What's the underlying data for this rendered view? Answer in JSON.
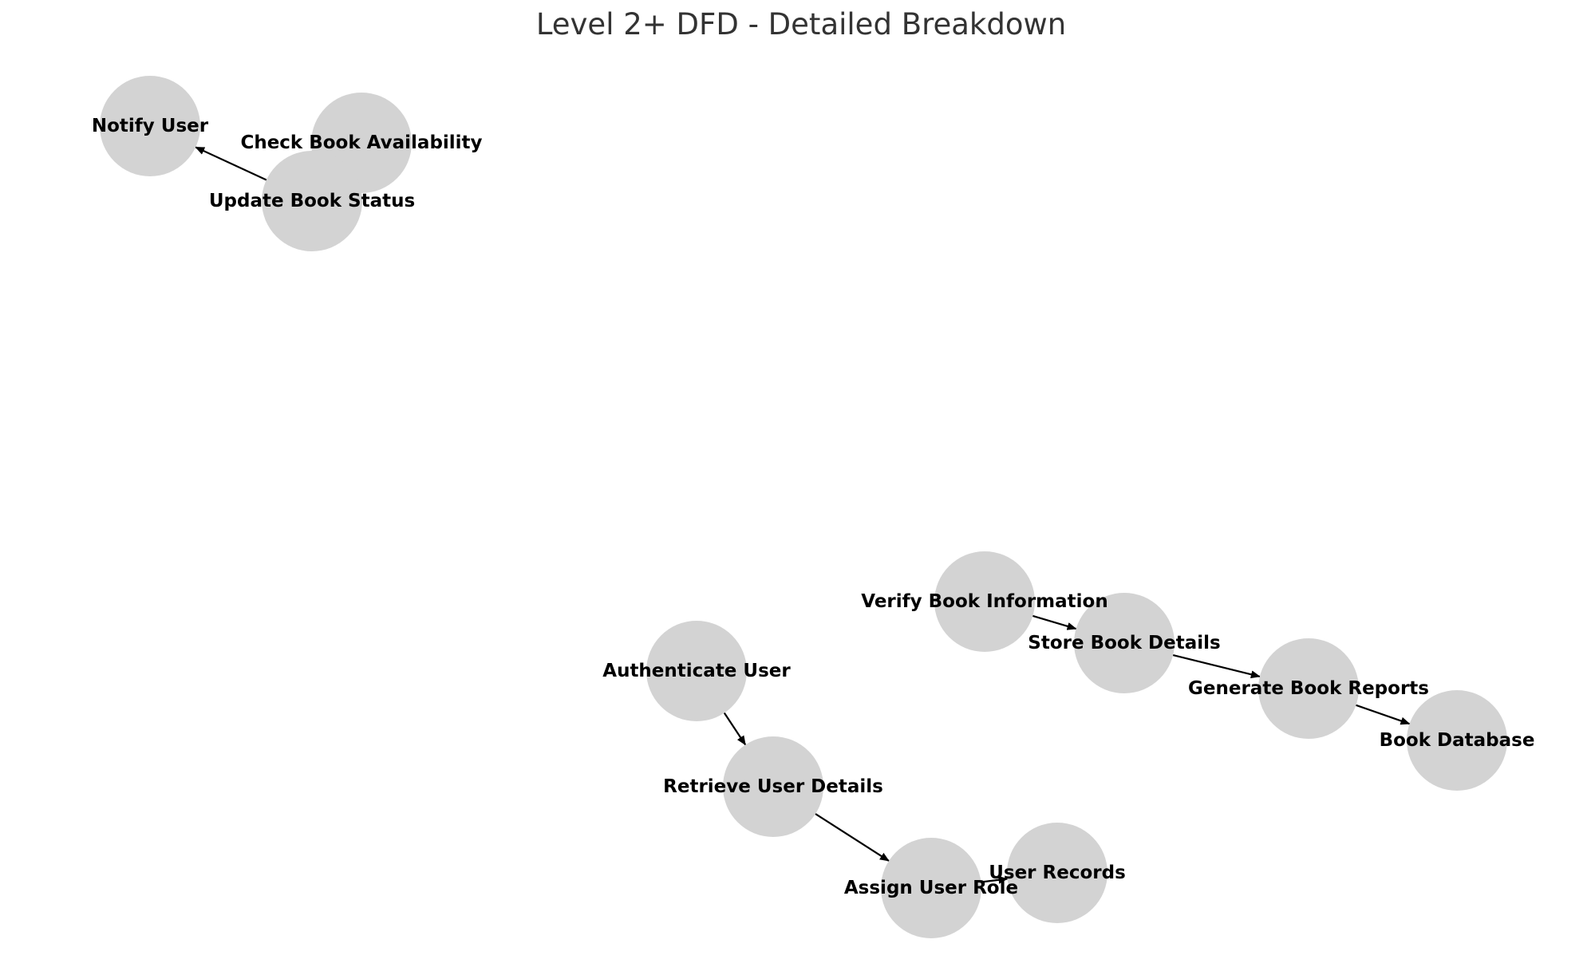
{
  "diagram": {
    "title": "Level 2+ DFD - Detailed Breakdown",
    "node_color": "#d3d3d3",
    "edge_color": "#000000",
    "nodes": [
      {
        "id": "notify-user",
        "label": "Notify User"
      },
      {
        "id": "check-book-availability",
        "label": "Check Book Availability"
      },
      {
        "id": "update-book-status",
        "label": "Update Book Status"
      },
      {
        "id": "verify-book-information",
        "label": "Verify Book Information"
      },
      {
        "id": "store-book-details",
        "label": "Store Book Details"
      },
      {
        "id": "generate-book-reports",
        "label": "Generate Book Reports"
      },
      {
        "id": "book-database",
        "label": "Book Database"
      },
      {
        "id": "authenticate-user",
        "label": "Authenticate User"
      },
      {
        "id": "retrieve-user-details",
        "label": "Retrieve User Details"
      },
      {
        "id": "assign-user-role",
        "label": "Assign User Role"
      },
      {
        "id": "user-records",
        "label": "User Records"
      }
    ],
    "edges": [
      {
        "from": "update-book-status",
        "to": "notify-user"
      },
      {
        "from": "verify-book-information",
        "to": "store-book-details"
      },
      {
        "from": "store-book-details",
        "to": "generate-book-reports"
      },
      {
        "from": "generate-book-reports",
        "to": "book-database"
      },
      {
        "from": "authenticate-user",
        "to": "retrieve-user-details"
      },
      {
        "from": "retrieve-user-details",
        "to": "assign-user-role"
      },
      {
        "from": "assign-user-role",
        "to": "user-records"
      }
    ]
  }
}
